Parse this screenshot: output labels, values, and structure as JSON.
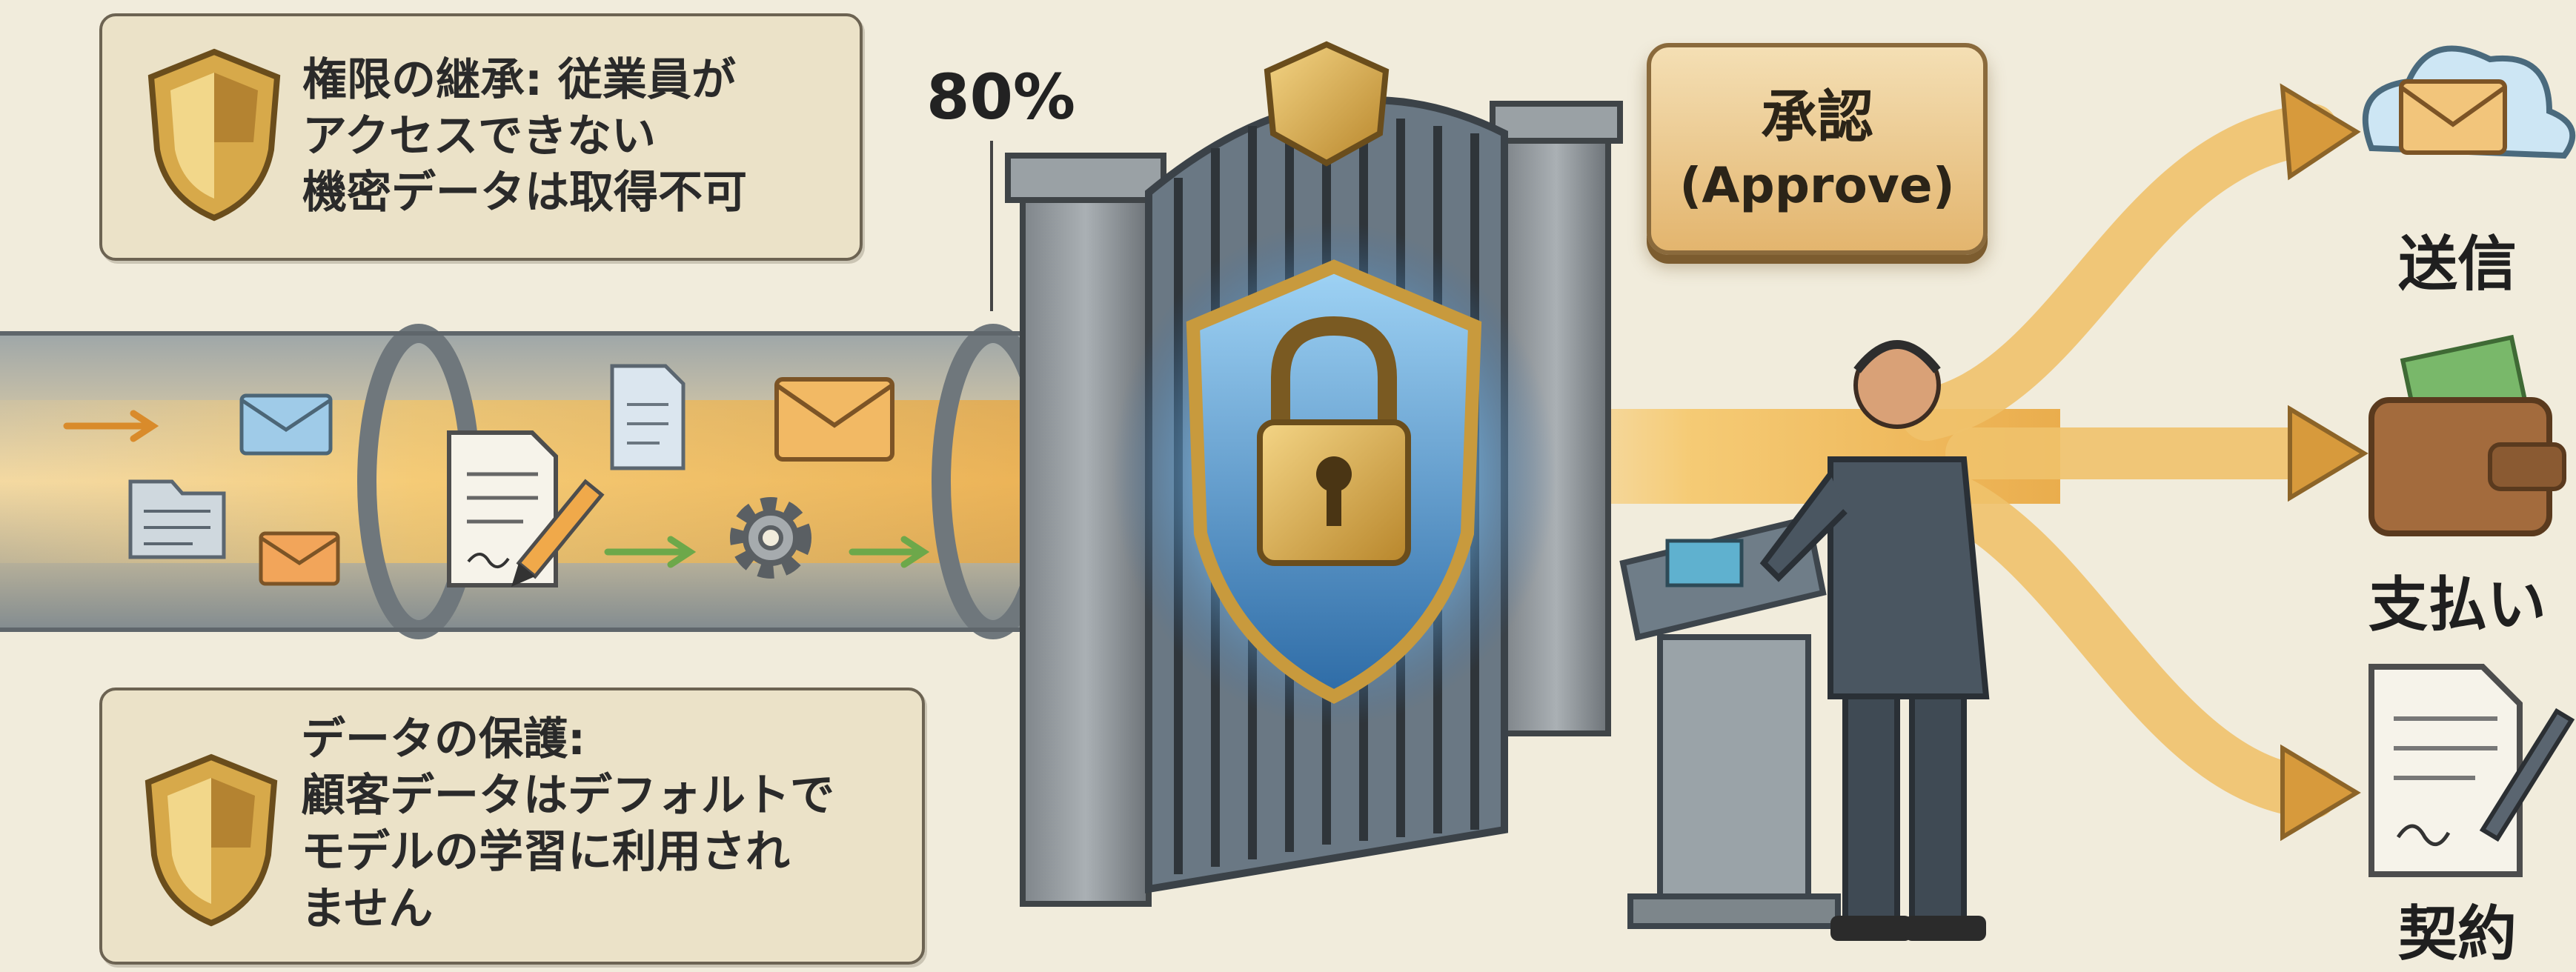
{
  "callouts": {
    "inheritance": {
      "text": "権限の継承: 従業員が\nアクセスできない\n機密データは取得不可",
      "icon": "shield-icon"
    },
    "protection": {
      "text": "データの保護:\n顧客データはデフォルトで\nモデルの学習に利用され\nません",
      "icon": "shield-icon"
    }
  },
  "percent_label": "80%",
  "approve": {
    "label": "承認",
    "sub_label": "(Approve)"
  },
  "outcomes": [
    {
      "label": "送信",
      "icon": "mail-cloud-icon"
    },
    {
      "label": "支払い",
      "icon": "wallet-icon"
    },
    {
      "label": "契約",
      "icon": "contract-icon"
    }
  ],
  "central": {
    "gate_icon": "gate-icon",
    "lock_icon": "padlock-shield-icon",
    "operator_icon": "operator-figure-icon"
  },
  "colors": {
    "background": "#f1ecdc",
    "callout_fill": "#ebe2c8",
    "glow": "#f4c46a",
    "shield_blue": "#3b7fc4",
    "gold": "#d9a93f"
  }
}
